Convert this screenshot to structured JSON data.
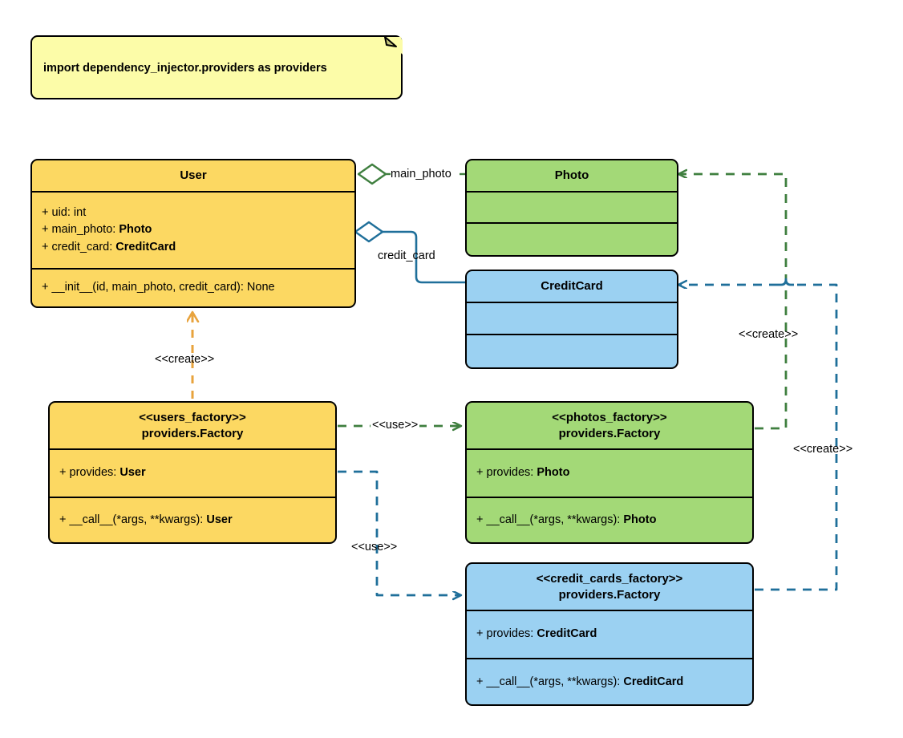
{
  "diagram": {
    "title": "Dependency Injector providers UML class diagram",
    "colors": {
      "yellow": "#FCD862",
      "green": "#A3D977",
      "blue": "#9BD1F2",
      "note": "#FCFCA8",
      "border": "#000000",
      "edge_orange": "#E8A33D",
      "edge_green": "#3F7F3F",
      "edge_blue": "#1F6F9A"
    }
  },
  "note": {
    "text": "import dependency_injector.providers as providers"
  },
  "classes": {
    "user": {
      "name": "User",
      "attributes": [
        {
          "prefix": "+ ",
          "label": "uid: ",
          "type": "int",
          "type_bold": false
        },
        {
          "prefix": "+ ",
          "label": "main_photo: ",
          "type": "Photo",
          "type_bold": true
        },
        {
          "prefix": "+ ",
          "label": "credit_card: ",
          "type": "CreditCard",
          "type_bold": true
        }
      ],
      "methods": [
        {
          "prefix": "+ ",
          "label": "__init__(id, main_photo, credit_card): ",
          "type": "None",
          "type_bold": false
        }
      ]
    },
    "photo": {
      "name": "Photo",
      "attributes": [],
      "methods": []
    },
    "credit_card": {
      "name": "CreditCard",
      "attributes": [],
      "methods": []
    },
    "users_factory": {
      "stereotype": "<<users_factory>>",
      "name": "providers.Factory",
      "attributes": [
        {
          "prefix": "+ ",
          "label": "provides: ",
          "type": "User",
          "type_bold": true
        }
      ],
      "methods": [
        {
          "prefix": "+ ",
          "label": "__call__(*args, **kwargs): ",
          "type": "User",
          "type_bold": true
        }
      ]
    },
    "photos_factory": {
      "stereotype": "<<photos_factory>>",
      "name": "providers.Factory",
      "attributes": [
        {
          "prefix": "+ ",
          "label": "provides: ",
          "type": "Photo",
          "type_bold": true
        }
      ],
      "methods": [
        {
          "prefix": "+ ",
          "label": "__call__(*args, **kwargs): ",
          "type": "Photo",
          "type_bold": true
        }
      ]
    },
    "credit_cards_factory": {
      "stereotype": "<<credit_cards_factory>>",
      "name": "providers.Factory",
      "attributes": [
        {
          "prefix": "+ ",
          "label": "provides: ",
          "type": "CreditCard",
          "type_bold": true
        }
      ],
      "methods": [
        {
          "prefix": "+ ",
          "label": "__call__(*args, **kwargs): ",
          "type": "CreditCard",
          "type_bold": true
        }
      ]
    }
  },
  "edges": {
    "user_main_photo": {
      "label": "main_photo",
      "kind": "aggregation",
      "from": "User",
      "to": "Photo",
      "color": "#3F7F3F"
    },
    "user_credit_card": {
      "label": "credit_card",
      "kind": "aggregation",
      "from": "User",
      "to": "CreditCard",
      "color": "#1F6F9A"
    },
    "users_factory_create_user": {
      "label": "<<create>>",
      "kind": "dependency",
      "from": "users_factory",
      "to": "User",
      "color": "#E8A33D"
    },
    "users_factory_use_photos": {
      "label": "<<use>>",
      "kind": "dependency",
      "from": "users_factory",
      "to": "photos_factory",
      "color": "#3F7F3F"
    },
    "users_factory_use_credit_cards": {
      "label": "<<use>>",
      "kind": "dependency",
      "from": "users_factory",
      "to": "credit_cards_factory",
      "color": "#1F6F9A"
    },
    "photos_factory_create_photo": {
      "label": "<<create>>",
      "kind": "dependency",
      "from": "photos_factory",
      "to": "Photo",
      "color": "#3F7F3F"
    },
    "credit_cards_factory_create_credit_card": {
      "label": "<<create>>",
      "kind": "dependency",
      "from": "credit_cards_factory",
      "to": "CreditCard",
      "color": "#1F6F9A"
    }
  }
}
